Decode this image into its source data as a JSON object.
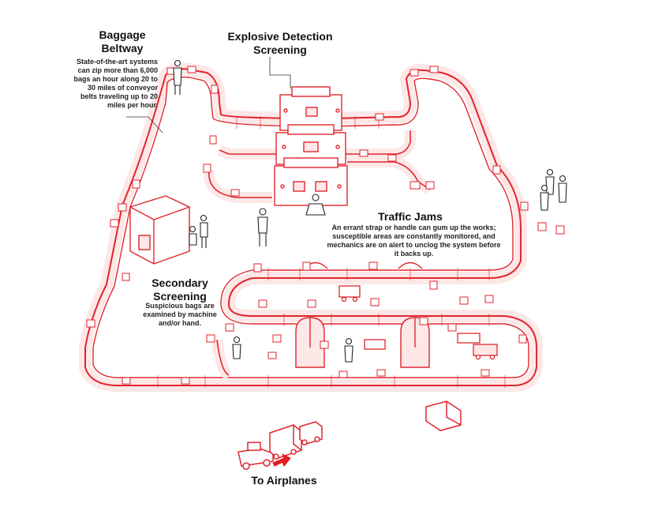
{
  "labels": {
    "beltway_title": "Baggage Beltway",
    "beltway_body": "State-of-the-art systems can zip more than 6,000 bags an hour along 20 to 30 miles of conveyor belts traveling up to 20 miles per hour.",
    "explosive_title": "Explosive Detection Screening",
    "traffic_title": "Traffic Jams",
    "traffic_body": "An errant strap or handle can gum up the works; susceptible areas are constantly monitored, and mechanics are on alert to unclog the system before it backs up.",
    "secondary_title": "Secondary Screening",
    "secondary_body": "Suspicious bags are examined by machine and/or hand.",
    "airplanes_title": "To Airplanes"
  },
  "colors": {
    "belt": "#e0262e",
    "belt_fill": "#fde7e7",
    "ink": "#222222",
    "accent": "#e31b23"
  }
}
